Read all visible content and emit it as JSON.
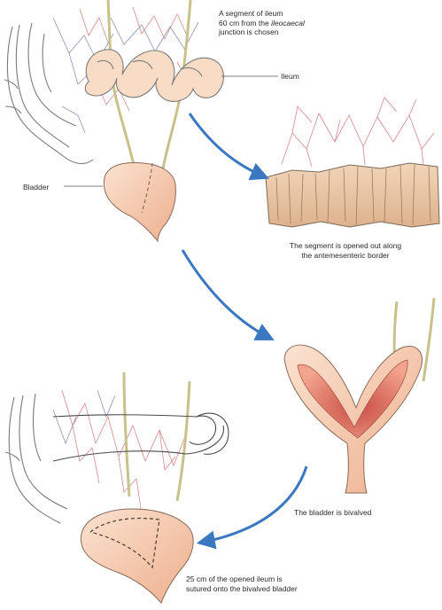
{
  "labels": {
    "segment_line1": "A segment of ileum",
    "segment_line2": "60 cm from the ",
    "segment_line2_italic": "ileocaecal",
    "segment_line3": "junction is chosen",
    "ileum": "Ileum",
    "bladder": "Bladder",
    "opened_line1": "The segment is opened out along",
    "opened_line2": "the antemesenteric border",
    "bivalved": "The bladder is bivalved",
    "sutured_line1": "25 cm of the opened ileum is",
    "sutured_line2": "sutured onto the bivalved bladder"
  },
  "colors": {
    "bowel_outline": "#7a7a7a",
    "vessel": "#d28a8a",
    "mesentery_vessel": "#8a93b8",
    "ureter": "#c8c28a",
    "ileum_fill": "#f8dcc6",
    "bladder_fill": "#f6cfb5",
    "bladder_inner": "#e07a6a",
    "opened_segment_fill": "#e8c7a5",
    "arrow": "#3a78c2"
  }
}
